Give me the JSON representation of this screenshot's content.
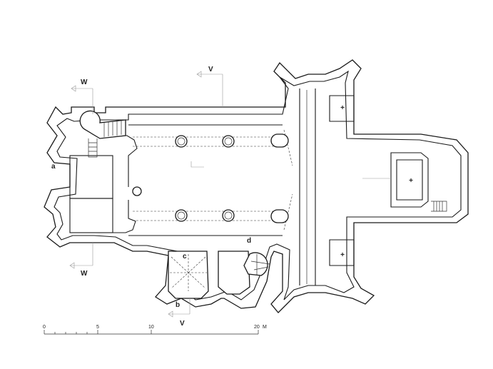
{
  "plan": {
    "section_marks": {
      "w_top": "W",
      "v_top": "V",
      "w_bottom": "W",
      "v_bottom": "V"
    },
    "point_labels": {
      "a": "a",
      "b": "b",
      "c": "c",
      "d": "d"
    },
    "altar_symbol": "+",
    "scale_bar": {
      "ticks": [
        "0",
        "5",
        "10",
        "20"
      ],
      "unit": "M"
    }
  }
}
